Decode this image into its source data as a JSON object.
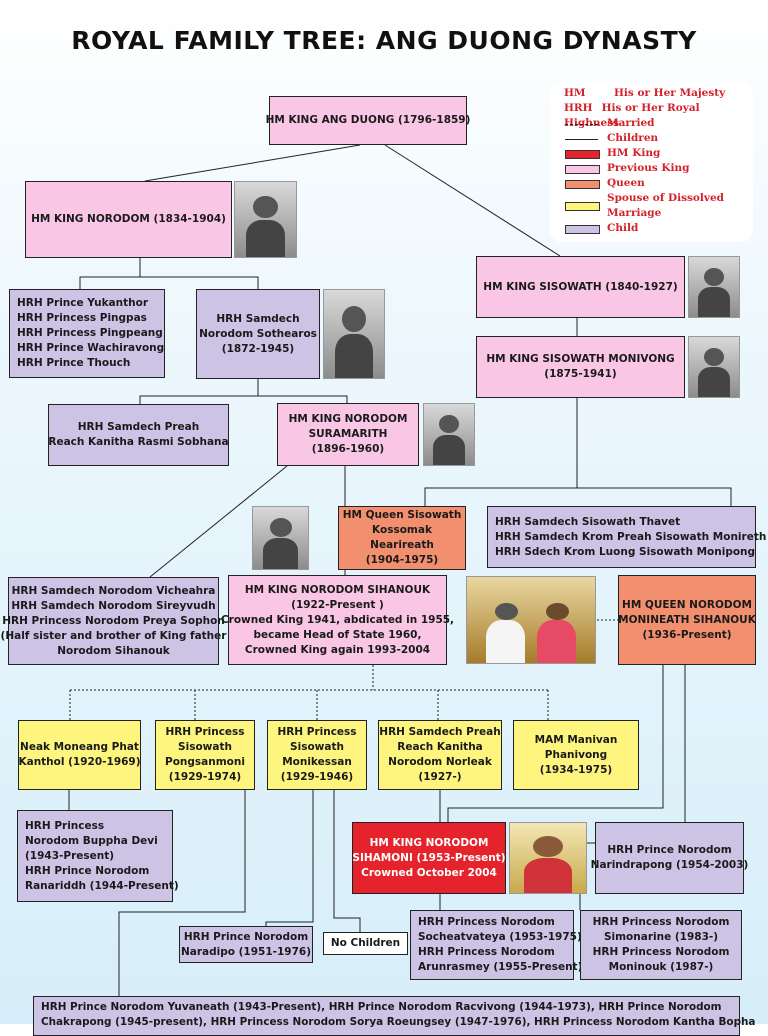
{
  "title": "ROYAL FAMILY TREE: ANG DUONG DYNASTY",
  "legend": {
    "hm_key": "HM",
    "hm_value": "His or Her Majesty",
    "hrh_key": "HRH",
    "hrh_value": "His or Her Royal Highness",
    "married": "Married",
    "children": "Children",
    "king": "HM King",
    "previous_king": "Previous King",
    "queen": "Queen",
    "spouse_dissolved_1": "Spouse of Dissolved",
    "spouse_dissolved_2": "Marriage",
    "child": "Child",
    "colors": {
      "king": "#e4232c",
      "previous_king": "#f9c6e6",
      "queen": "#f28f6f",
      "spouse_dissolved": "#fdf57d",
      "child": "#cdc3e5"
    }
  },
  "nodes": {
    "ang_duong": [
      "HM KING ANG DUONG (1796-1859)"
    ],
    "norodom": [
      "HM KING NORODOM (1834-1904)"
    ],
    "sisowath": [
      "HM KING SISOWATH  (1840-1927)"
    ],
    "norodom_children": [
      "HRH Prince Yukanthor",
      "HRH Princess Pingpas",
      "HRH Princess Pingpeang",
      "HRH Prince Wachiravong",
      "HRH Prince Thouch"
    ],
    "sothearos": [
      "HRH Samdech",
      "Norodom Sothearos",
      "(1872-1945)"
    ],
    "monivong": [
      "HM KING SISOWATH MONIVONG",
      "(1875-1941)"
    ],
    "rasmi": [
      "HRH Samdech Preah",
      "Reach Kanitha Rasmi Sobhana"
    ],
    "suramarith": [
      "HM KING NORODOM",
      "SURAMARITH",
      "(1896-1960)"
    ],
    "kossomak": [
      "HM Queen Sisowath",
      "Kossomak",
      "Nearireath",
      "(1904-1975)"
    ],
    "monivong_children": [
      "HRH Samdech Sisowath Thavet",
      "HRH Samdech Krom Preah Sisowath Monireth",
      "HRH Sdech Krom Luong Sisowath Monipong"
    ],
    "half_siblings": [
      "HRH Samdech Norodom Vicheahra",
      "HRH Samdech Norodom Sireyvudh",
      "HRH Princess Norodom Preya Sophon",
      "(Half sister and brother of King father",
      "Norodom Sihanouk"
    ],
    "sihanouk": [
      "HM KING NORODOM SIHANOUK",
      "(1922-Present )",
      "Crowned  King 1941, abdicated in 1955,",
      "became Head of State 1960,",
      "Crowned King again 1993-2004"
    ],
    "monineath": [
      "HM QUEEN NORODOM",
      "MONINEATH SIHANOUK",
      "(1936-Present)"
    ],
    "phat_kanthol": [
      "Neak Moneang Phat",
      "Kanthol (1920-1969)"
    ],
    "pongsanmoni": [
      "HRH Princess",
      "Sisowath",
      "Pongsanmoni",
      "(1929-1974)"
    ],
    "monikessan": [
      "HRH Princess",
      "Sisowath",
      "Monikessan",
      "(1929-1946)"
    ],
    "norleak": [
      "HRH Samdech Preah",
      "Reach Kanitha",
      "Norodom Norleak",
      "(1927-)"
    ],
    "manivan": [
      "MAM Manivan",
      "Phanivong",
      "(1934-1975)"
    ],
    "buppha_devi": [
      "HRH Princess",
      "Norodom Buppha Devi",
      "(1943-Present)",
      "HRH Prince Norodom",
      "Ranariddh (1944-Present)"
    ],
    "sihamoni": [
      "HM KING NORODOM",
      "SIHAMONI (1953-Present)",
      "Crowned October 2004"
    ],
    "narindrapong": [
      "HRH Prince Norodom",
      "Narindrapong (1954-2003)"
    ],
    "naradipo": [
      "HRH Prince Norodom",
      "Naradipo (1951-1976)"
    ],
    "no_children": [
      "No Children"
    ],
    "socheatvateya": [
      "HRH Princess Norodom",
      "Socheatvateya (1953-1975)",
      "HRH Princess Norodom",
      "Arunrasmey (1955-Present)"
    ],
    "simonarine": [
      "HRH Princess Norodom",
      "Simonarine (1983-)",
      "HRH Princess Norodom",
      "Moninouk  (1987-)"
    ],
    "bottom": [
      "HRH Prince Norodom Yuvaneath (1943-Present), HRH Prince Norodom Racvivong (1944-1973), HRH Prince Norodom",
      "Chakrapong (1945-present), HRH Princess Norodom Sorya Roeungsey (1947-1976), HRH Princess Norodom Kantha Bopha"
    ]
  }
}
